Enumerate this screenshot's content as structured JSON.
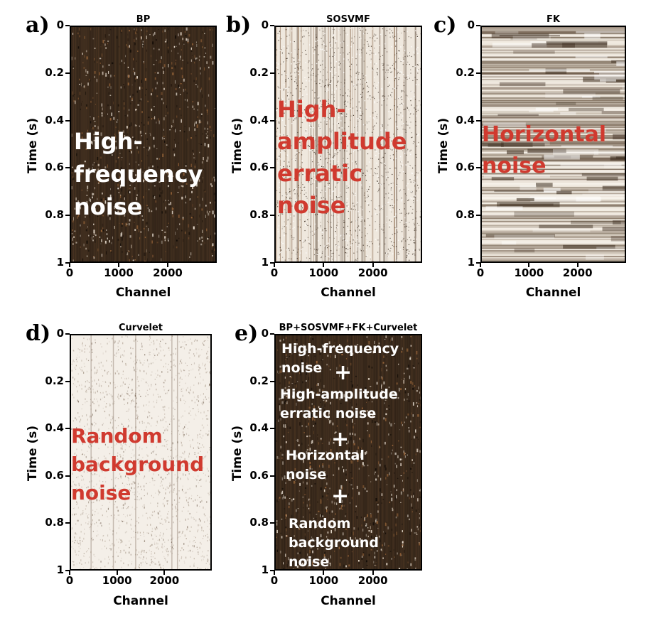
{
  "chart_data": [
    {
      "type": "heatmap",
      "letter": "a)",
      "title": "BP",
      "xlabel": "Channel",
      "ylabel": "Time (s)",
      "xlim": [
        0,
        3000
      ],
      "ylim": [
        0,
        1
      ],
      "xticks": [
        "0",
        "1000",
        "2000"
      ],
      "xtick_values": [
        0,
        1000,
        2000
      ],
      "yticks": [
        "0",
        "0.2",
        "0.4",
        "0.6",
        "0.8",
        "1"
      ],
      "ytick_values": [
        0,
        0.2,
        0.4,
        0.6,
        0.8,
        1
      ],
      "texture": "dense-dark",
      "annotation": "High-\nfrequency\nnoise",
      "annotation_color": "#ffffff"
    },
    {
      "type": "heatmap",
      "letter": "b)",
      "title": "SOSVMF",
      "xlabel": "Channel",
      "ylabel": "Time (s)",
      "xlim": [
        0,
        3000
      ],
      "ylim": [
        0,
        1
      ],
      "xticks": [
        "0",
        "1000",
        "2000"
      ],
      "xtick_values": [
        0,
        1000,
        2000
      ],
      "yticks": [
        "0",
        "0.2",
        "0.4",
        "0.6",
        "0.8",
        "1"
      ],
      "ytick_values": [
        0,
        0.2,
        0.4,
        0.6,
        0.8,
        1
      ],
      "texture": "vertical-speckle",
      "annotation": "High-\namplitude\nerratic\nnoise",
      "annotation_color": "#d03a2f"
    },
    {
      "type": "heatmap",
      "letter": "c)",
      "title": "FK",
      "xlabel": "Channel",
      "ylabel": "Time (s)",
      "xlim": [
        0,
        3000
      ],
      "ylim": [
        0,
        1
      ],
      "xticks": [
        "0",
        "1000",
        "2000"
      ],
      "xtick_values": [
        0,
        1000,
        2000
      ],
      "yticks": [
        "0",
        "0.2",
        "0.4",
        "0.6",
        "0.8",
        "1"
      ],
      "ytick_values": [
        0,
        0.2,
        0.4,
        0.6,
        0.8,
        1
      ],
      "texture": "horizontal-bands",
      "annotation": "Horizontal\nnoise",
      "annotation_color": "#d03a2f"
    },
    {
      "type": "heatmap",
      "letter": "d)",
      "title": "Curvelet",
      "xlabel": "Channel",
      "ylabel": "Time (s)",
      "xlim": [
        0,
        3000
      ],
      "ylim": [
        0,
        1
      ],
      "xticks": [
        "0",
        "1000",
        "2000"
      ],
      "xtick_values": [
        0,
        1000,
        2000
      ],
      "yticks": [
        "0",
        "0.2",
        "0.4",
        "0.6",
        "0.8",
        "1"
      ],
      "ytick_values": [
        0,
        0.2,
        0.4,
        0.6,
        0.8,
        1
      ],
      "texture": "light-speckle",
      "annotation": "Random\nbackground\nnoise",
      "annotation_color": "#d03a2f"
    },
    {
      "type": "heatmap",
      "letter": "e)",
      "title": "BP+SOSVMF+FK+Curvelet",
      "xlabel": "Channel",
      "ylabel": "Time (s)",
      "xlim": [
        0,
        3000
      ],
      "ylim": [
        0,
        1
      ],
      "xticks": [
        "0",
        "1000",
        "2000"
      ],
      "xtick_values": [
        0,
        1000,
        2000
      ],
      "yticks": [
        "0",
        "0.2",
        "0.4",
        "0.6",
        "0.8",
        "1"
      ],
      "ytick_values": [
        0,
        0.2,
        0.4,
        0.6,
        0.8,
        1
      ],
      "texture": "dense-dark",
      "annotation_items": [
        "High-frequency\nnoise",
        "High-amplitude\nerratic  noise",
        "Horizontal\nnoise",
        "Random\nbackground\nnoise"
      ],
      "annotation_separator": "+",
      "annotation_color": "#ffffff"
    }
  ]
}
